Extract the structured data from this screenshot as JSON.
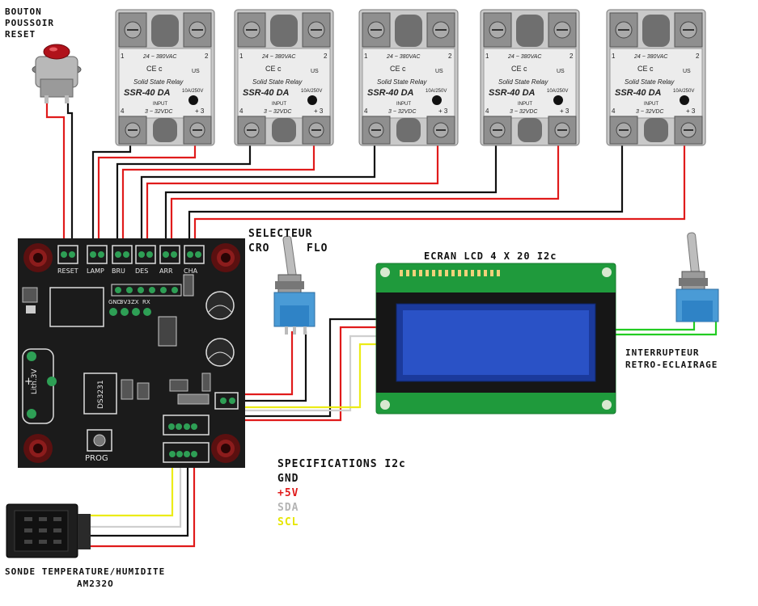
{
  "labels": {
    "reset_button": [
      "BOUTON",
      "POUSSOIR",
      "RESET"
    ],
    "selector": [
      "SELECTEUR",
      "CRO",
      "FLO"
    ],
    "lcd_title": "ECRAN LCD 4 X 20 I2c",
    "backlight_switch": [
      "INTERRUPTEUR",
      "RETRO-ECLAIRAGE"
    ],
    "sensor": [
      "SONDE TEMPERATURE/HUMIDITE",
      "AM232O"
    ]
  },
  "specs": {
    "title": "SPECIFICATIONS I2c",
    "gnd": "GND",
    "v5": "+5V",
    "sda": "SDA",
    "scl": "SCL"
  },
  "pcb": {
    "outputs": [
      "RESET",
      "LAMP",
      "BRU",
      "DES",
      "ARR",
      "CHA"
    ],
    "header_pins": [
      "GND",
      "3V3",
      "ZX",
      "RX"
    ],
    "ic_label": "DS3231",
    "battery_label": "Lith.3V",
    "prog_label": "PROG",
    "plus_label": "+"
  },
  "relay": {
    "model": "SSR-40 DA",
    "subtitle": "Solid State Relay",
    "rating_ac": "24 ~ 380VAC",
    "rating_dc": "3 ~ 32VDC",
    "amp": "10A/250V",
    "input": "INPUT",
    "cert": "CE c",
    "cert_us": "US",
    "t1": "1",
    "t2": "2",
    "t3": "+ 3",
    "t4": "4",
    "count": 5
  },
  "colors": {
    "red": "#e01b1b",
    "black": "#111111",
    "white_wire": "#cfcfcf",
    "yellow": "#ecec17",
    "green": "#22cc22",
    "pcb": "#1b1b1b",
    "lcd_board": "#1f9a3c",
    "lcd_screen": "#1b3a9c"
  }
}
